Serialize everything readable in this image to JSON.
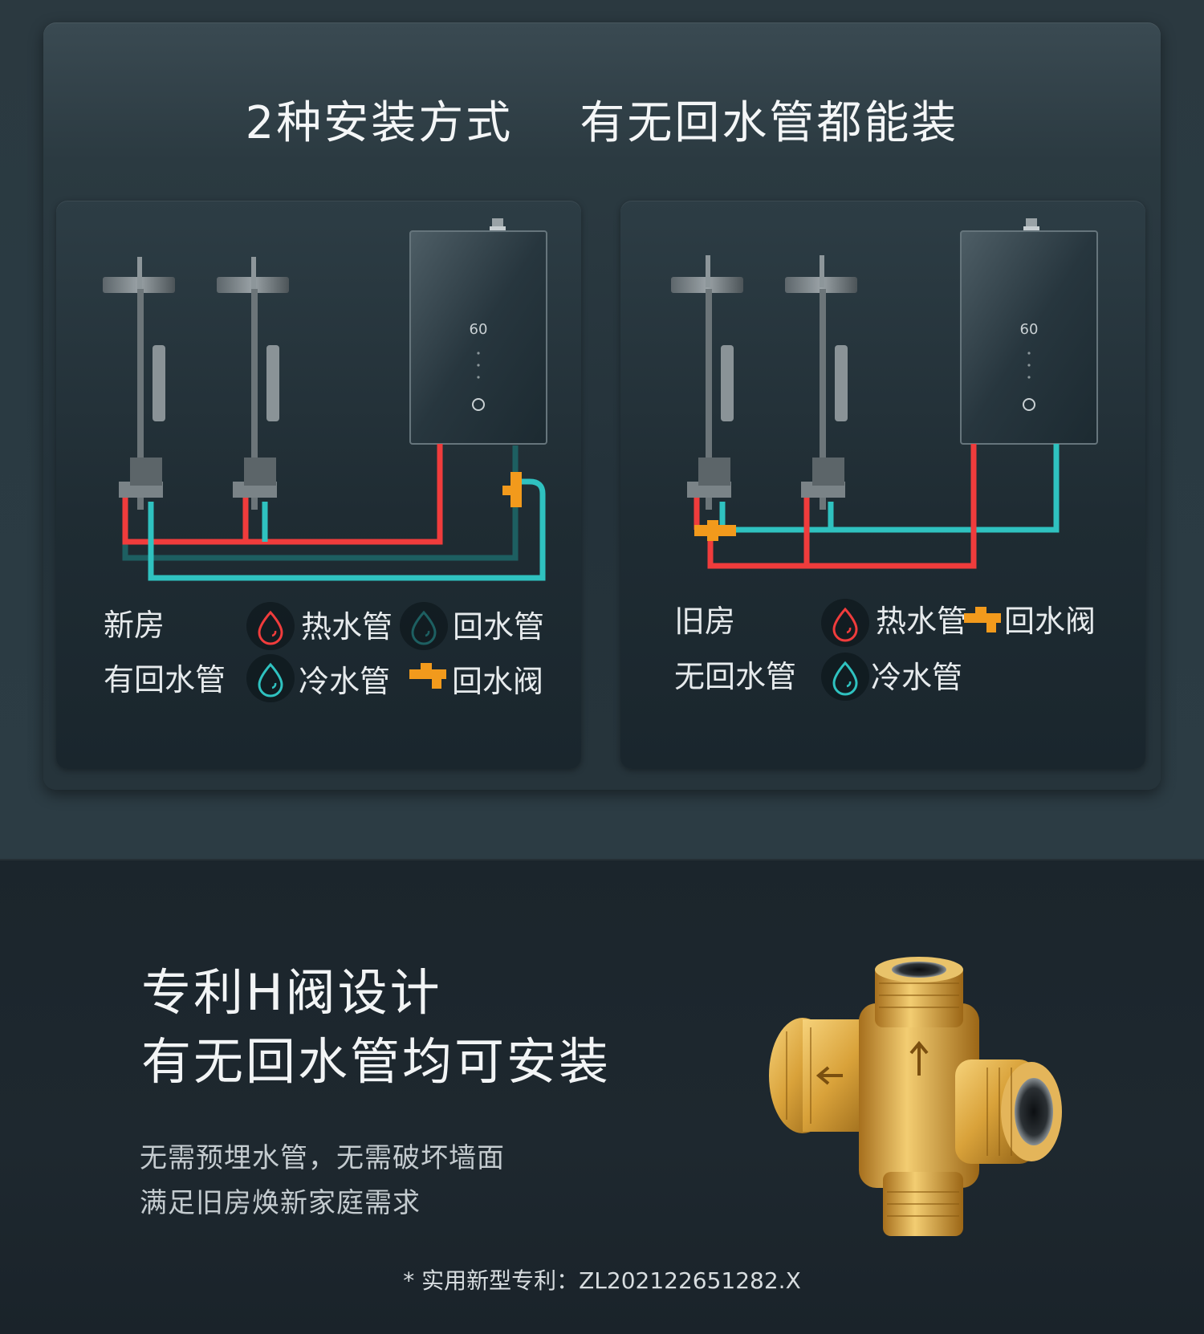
{
  "header": {
    "title_part1": "2种安装方式",
    "title_part2": "有无回水管都能装"
  },
  "panels": [
    {
      "id": "new-house",
      "house": "新房",
      "type": "有回水管",
      "legend": {
        "hot": "热水管",
        "return": "回水管",
        "cold": "冷水管",
        "valve": "回水阀"
      },
      "heater_display": "60"
    },
    {
      "id": "old-house",
      "house": "旧房",
      "type": "无回水管",
      "legend": {
        "hot": "热水管",
        "valve": "回水阀",
        "cold": "冷水管"
      },
      "heater_display": "60"
    }
  ],
  "patent": {
    "title_line1": "专利H阀设计",
    "title_line2": "有无回水管均可安装",
    "desc_line1": "无需预埋水管，无需破坏墙面",
    "desc_line2": "满足旧房焕新家庭需求",
    "note": "* 实用新型专利：ZL202122651282.X"
  },
  "colors": {
    "hot_pipe": "#f03c3c",
    "cold_pipe": "#2fc2c0",
    "return_pipe": "#1d5f61",
    "valve": "#f29a1c"
  },
  "icons": {
    "hot": "water-drop-icon",
    "cold": "water-drop-icon",
    "return": "water-drop-icon",
    "valve": "valve-icon"
  }
}
